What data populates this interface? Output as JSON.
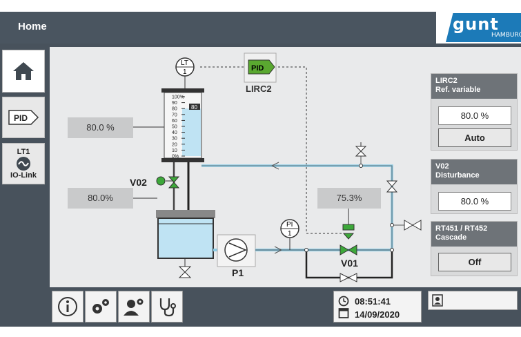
{
  "header": {
    "title": "Home",
    "logo_text": "gunt",
    "logo_sub": "HAMBURG"
  },
  "sidebar": {
    "home_label": "Home",
    "pid_label": "PID",
    "lt_label": "LT1",
    "iolink_label": "IO-Link"
  },
  "diagram": {
    "lt_tag": "LT",
    "lt_num": "1",
    "pid_block": "PID",
    "lirc_label": "LIRC2",
    "level_value": "80.0 %",
    "v02_value": "80.0%",
    "v02_label": "V02",
    "v01_value": "75.3%",
    "v01_label": "V01",
    "pump_label": "P1",
    "pi_tag": "PI",
    "pi_num": "1",
    "scale": [
      "100%",
      "90",
      "80",
      "70",
      "60",
      "50",
      "40",
      "30",
      "20",
      "10",
      "0%"
    ],
    "scale_marker": "80",
    "tank_level_fraction": 0.8
  },
  "panels": {
    "lirc2": {
      "title1": "LIRC2",
      "title2": "Ref. variable",
      "value": "80.0 %",
      "mode": "Auto"
    },
    "v02": {
      "title1": "V02",
      "title2": "Disturbance",
      "value": "80.0 %"
    },
    "cascade": {
      "title1": "RT451 / RT452",
      "title2": "Cascade",
      "state": "Off"
    }
  },
  "footer": {
    "time": "08:51:41",
    "date": "14/09/2020"
  },
  "colors": {
    "accent": "#1c7ab8",
    "dark": "#48525c",
    "valve_green": "#3da83a",
    "water": "#bfe3f3"
  }
}
